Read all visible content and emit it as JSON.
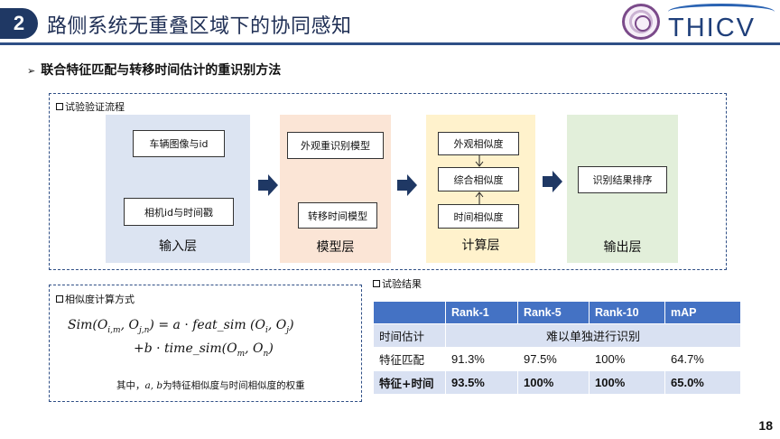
{
  "header": {
    "section_number": "2",
    "title": "路侧系统无重叠区域下的协同感知",
    "logo_text": "THICV"
  },
  "subtitle": "联合特征匹配与转移时间估计的重识别方法",
  "flow": {
    "label": "试验验证流程",
    "input": {
      "nodes": [
        "车辆图像与id",
        "相机id与时间戳"
      ],
      "layer": "输入层"
    },
    "model": {
      "nodes": [
        "外观重识别模型",
        "转移时间模型"
      ],
      "layer": "模型层"
    },
    "calc": {
      "nodes": [
        "外观相似度",
        "综合相似度",
        "时间相似度"
      ],
      "layer": "计算层"
    },
    "output": {
      "nodes": [
        "识别结果排序"
      ],
      "layer": "输出层"
    }
  },
  "similarity": {
    "label": "相似度计算方式",
    "note_prefix": "其中，",
    "note_vars": "a, b",
    "note_suffix": "为特征相似度与时间相似度的权重"
  },
  "results": {
    "label": "试验结果",
    "headers": [
      "",
      "Rank-1",
      "Rank-5",
      "Rank-10",
      "mAP"
    ],
    "rows": [
      {
        "label": "时间估计",
        "merged": "难以单独进行识别"
      },
      {
        "label": "特征匹配",
        "values": [
          "91.3%",
          "97.5%",
          "100%",
          "64.7%"
        ]
      },
      {
        "label": "特征+时间",
        "values": [
          "93.5%",
          "100%",
          "100%",
          "65.0%"
        ]
      }
    ]
  },
  "page_number": "18",
  "colors": {
    "brand_navy": "#1f3864",
    "table_header": "#4472c4",
    "table_stripe": "#d9e1f2",
    "input_layer": "#dce4f2",
    "model_layer": "#fbe5d6",
    "calc_layer": "#fff2cc",
    "output_layer": "#e2efda"
  }
}
